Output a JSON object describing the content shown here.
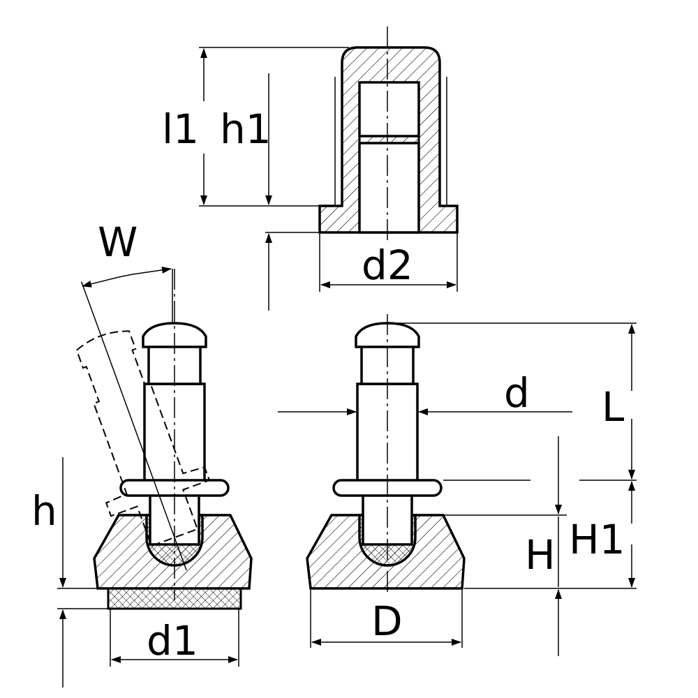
{
  "diagram": {
    "labels": {
      "l1": "l1",
      "h1": "h1",
      "W": "W",
      "d2": "d2",
      "d": "d",
      "L": "L",
      "h": "h",
      "H": "H",
      "H1": "H1",
      "D": "D",
      "d1": "d1"
    }
  }
}
